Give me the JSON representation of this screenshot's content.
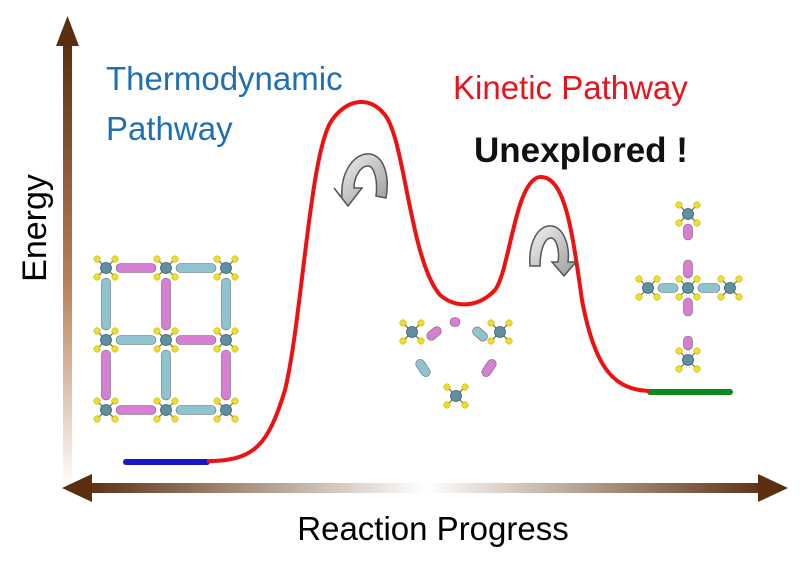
{
  "axes": {
    "y_label": "Energy",
    "x_label": "Reaction Progress"
  },
  "labels": {
    "thermo_line1": "Thermodynamic",
    "thermo_line2": "Pathway",
    "kinetic": "Kinetic Pathway",
    "unexplored": "Unexplored !"
  },
  "colors": {
    "axis_dark": "#5a2e0e",
    "axis_light": "#ffffff",
    "thermo_text": "#1f6fb5",
    "kinetic_text": "#e8141c",
    "energy_curve": "#ee1111",
    "thermo_level": "#1416c8",
    "kinetic_level": "#0a8a1e",
    "node_center": "#5f8fa0",
    "node_tip": "#f0e020",
    "rod_pink": "#d67fd2",
    "rod_blue": "#8fc3d0",
    "arrow_fill": "#d0d0d0"
  }
}
